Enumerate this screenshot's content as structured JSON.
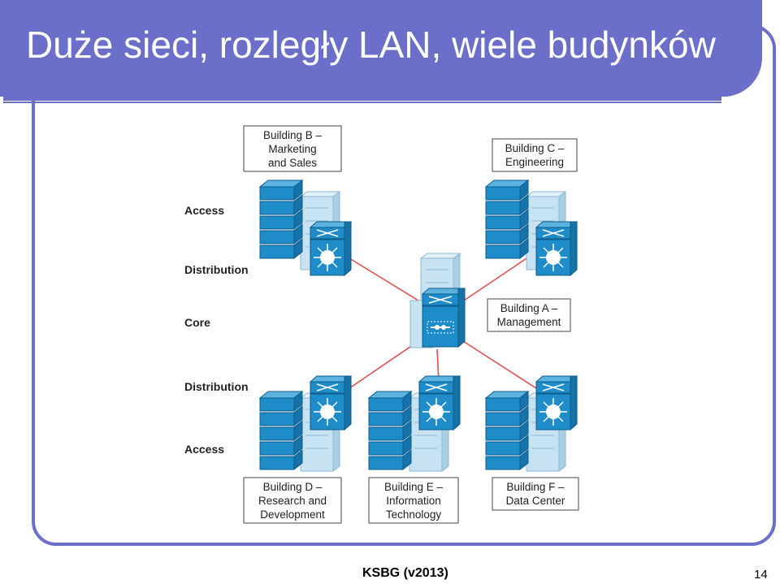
{
  "slide": {
    "title": "Duże sieci, rozległy LAN, wiele budynków",
    "footer": "KSBG (v2013)",
    "page_number": "14",
    "accent_color": "#6b6fc9"
  },
  "diagram": {
    "layer_labels": {
      "access_top": "Access",
      "distribution_top": "Distribution",
      "core": "Core",
      "distribution_bottom": "Distribution",
      "access_bottom": "Access"
    },
    "buildings": {
      "b": [
        "Building B –",
        "Marketing",
        "and Sales"
      ],
      "c": [
        "Building C –",
        "Engineering"
      ],
      "a": [
        "Building A –",
        "Management"
      ],
      "d": [
        "Building D –",
        "Research and",
        "Development"
      ],
      "e": [
        "Building E –",
        "Information",
        "Technology"
      ],
      "f": [
        "Building F –",
        "Data Center"
      ]
    },
    "link_color": "#e05050",
    "device_color": "#1e8cc8"
  }
}
